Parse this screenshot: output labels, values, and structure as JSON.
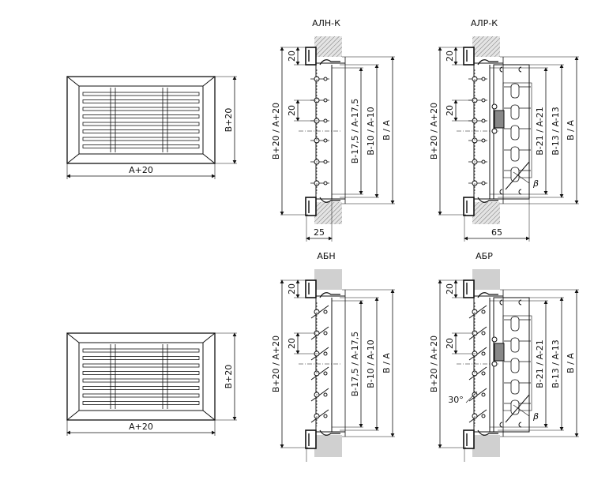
{
  "front_views": [
    {
      "width_label": "A+20",
      "height_label": "B+20"
    },
    {
      "width_label": "A+20",
      "height_label": "B+20"
    }
  ],
  "sections": [
    {
      "title": "АЛН-К",
      "variant": "plain",
      "overall": "B+20 / A+20",
      "flange": "20",
      "pitch": "20",
      "inner1": "B-17,5 / A-17,5",
      "inner2": "B-10 / A-10",
      "outer": "B / A",
      "depth": "25"
    },
    {
      "title": "АЛР-К",
      "variant": "damper",
      "overall": "B+20 / A+20",
      "flange": "20",
      "pitch": "20",
      "inner1": "B-21 / A-21",
      "inner2": "B-13 / A-13",
      "outer": "B / A",
      "depth": "65",
      "angle": "β"
    },
    {
      "title": "АБН",
      "variant": "plain",
      "overall": "B+20 / A+20",
      "flange": "20",
      "pitch": "20",
      "inner1": "B-17,5 / A-17,5",
      "inner2": "B-10 / A-10",
      "outer": "B / A"
    },
    {
      "title": "АБР",
      "variant": "damper",
      "overall": "B+20 / A+20",
      "flange": "20",
      "pitch": "20",
      "inner1": "B-21 / A-21",
      "inner2": "B-13 / A-13",
      "outer": "B / A",
      "angle": "β",
      "blade_angle": "30°"
    }
  ]
}
